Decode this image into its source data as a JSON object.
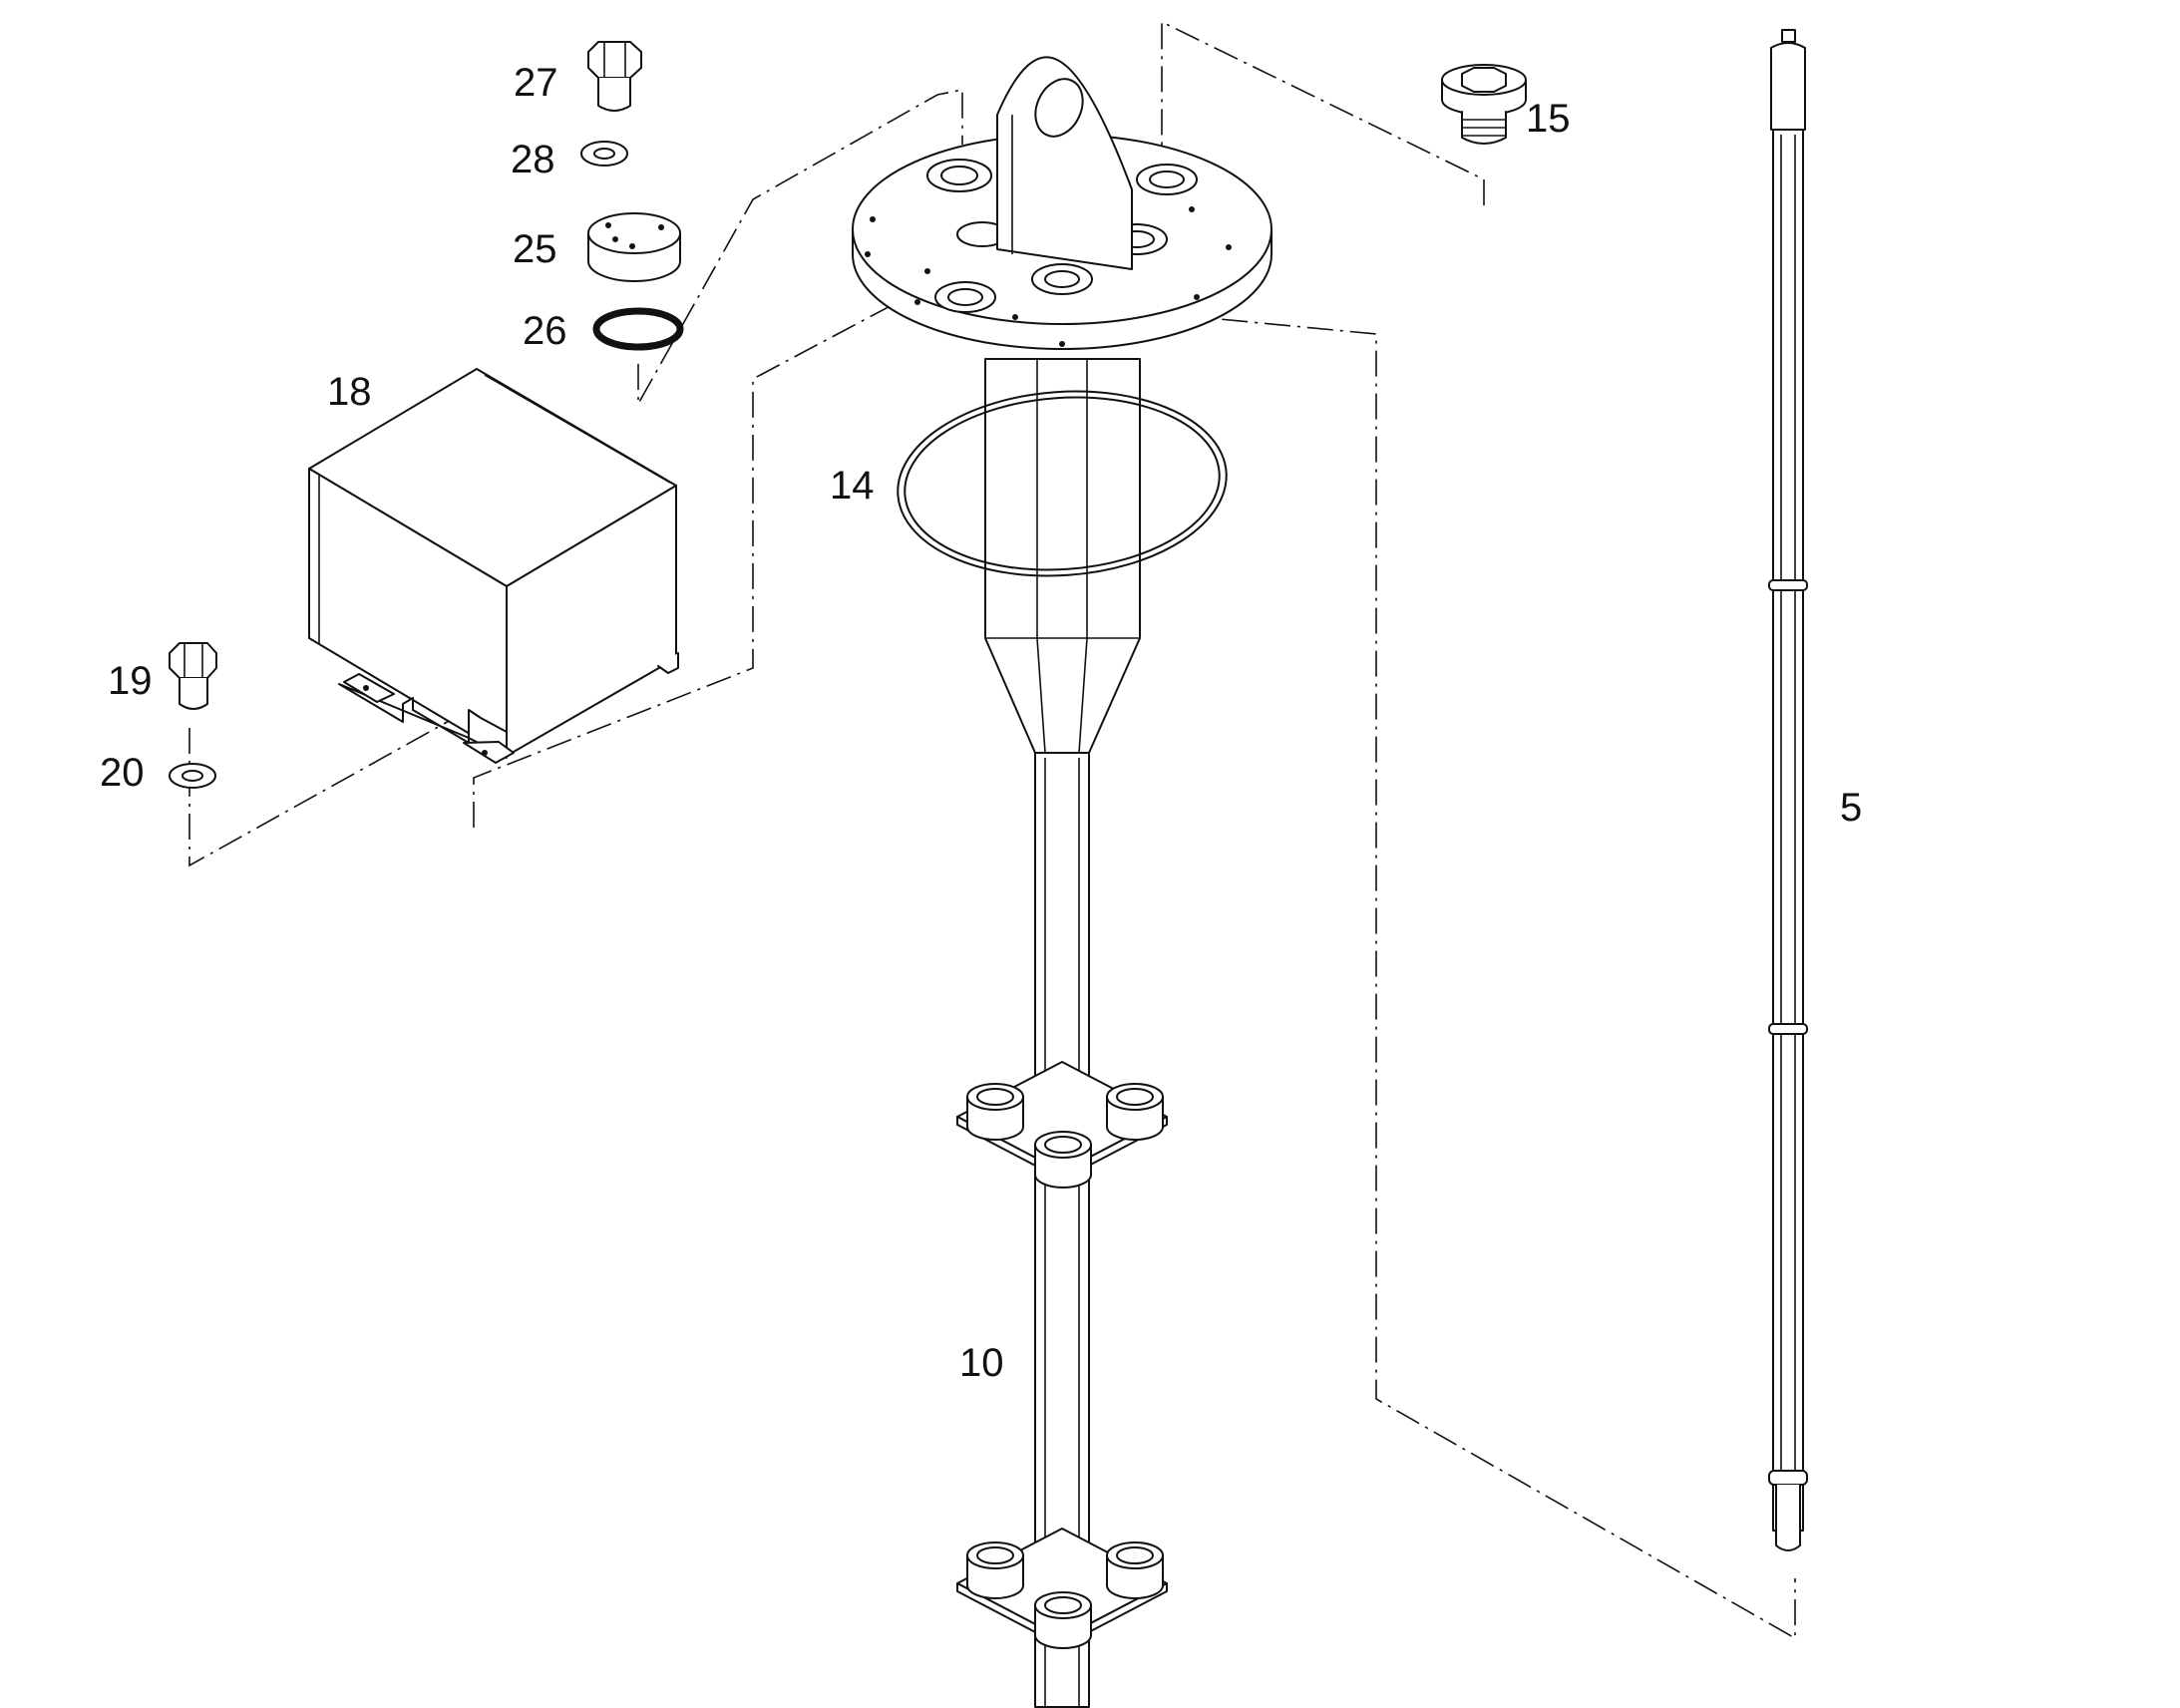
{
  "colors": {
    "line": "#111111",
    "background": "#ffffff"
  },
  "callouts": {
    "p27": "27",
    "p28": "28",
    "p25": "25",
    "p26": "26",
    "p18": "18",
    "p19": "19",
    "p20": "20",
    "p14": "14",
    "p15": "15",
    "p5": "5",
    "p10": "10"
  }
}
